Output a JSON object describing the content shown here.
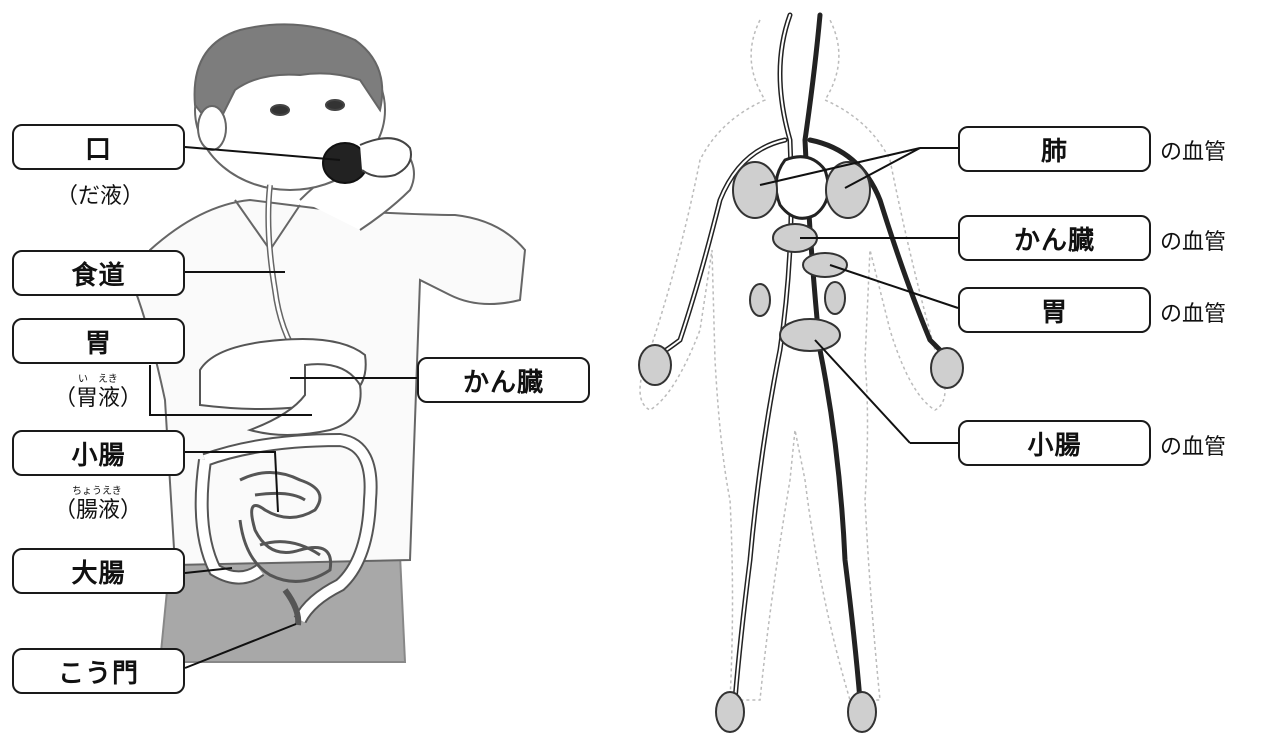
{
  "digestive": {
    "mouth": {
      "label": "口",
      "sub": "（だ液）"
    },
    "esophagus": {
      "label": "食道"
    },
    "stomach": {
      "label": "胃",
      "sub": "（胃液）",
      "ruby": "い　えき"
    },
    "small_intestine": {
      "label": "小腸",
      "sub": "（腸液）",
      "ruby": "ちょうえき"
    },
    "large_intestine": {
      "label": "大腸"
    },
    "anus": {
      "label": "こう門"
    },
    "liver": {
      "label": "かん臓"
    }
  },
  "circulatory": {
    "suffix": "の血管",
    "lung": {
      "label": "肺"
    },
    "liver": {
      "label": "かん臓"
    },
    "stomach": {
      "label": "胃"
    },
    "small_intestine": {
      "label": "小腸"
    }
  },
  "colors": {
    "ink": "#1a1a1a",
    "gray": "#9a9a9a",
    "light_gray": "#d8d8d8",
    "hair": "#7d7d7d",
    "pants": "#a8a8a8"
  }
}
